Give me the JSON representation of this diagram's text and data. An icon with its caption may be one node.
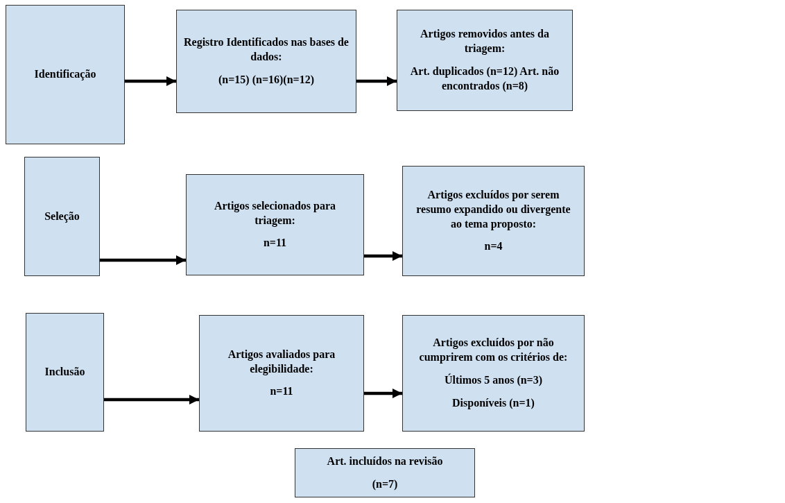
{
  "diagram": {
    "nodes": [
      {
        "text": [
          "Identificação"
        ]
      },
      {
        "text": [
          "Registro Identificados nas bases de dados:",
          "(n=15) (n=16)(n=12)"
        ]
      },
      {
        "text": [
          "Artigos removidos antes da triagem:",
          "Art. duplicados (n=12) Art. não encontrados (n=8)"
        ]
      },
      {
        "text": [
          "Seleção"
        ]
      },
      {
        "text": [
          "Artigos selecionados para triagem:",
          "n=11"
        ]
      },
      {
        "text": [
          "Artigos excluídos por serem resumo expandido ou divergente ao tema proposto:",
          "n=4"
        ]
      },
      {
        "text": [
          "Inclusão"
        ]
      },
      {
        "text": [
          "Artigos avaliados para elegibilidade:",
          "n=11"
        ]
      },
      {
        "text": [
          "Artigos excluídos por não cumprirem com os critérios de:",
          "Últimos 5 anos (n=3)",
          "Disponíveis (n=1)"
        ]
      },
      {
        "text": [
          "Art. incluídos na revisão",
          "(n=7)"
        ]
      }
    ],
    "edges": [
      {
        "from": 0,
        "to": 1,
        "arrow": "to"
      },
      {
        "from": 1,
        "to": 2,
        "arrow": "to"
      },
      {
        "from": 3,
        "to": 4,
        "arrow": "to"
      },
      {
        "from": 4,
        "to": 5,
        "arrow": "to"
      },
      {
        "from": 6,
        "to": 7,
        "arrow": "to"
      },
      {
        "from": 7,
        "to": 8,
        "arrow": "to"
      }
    ]
  }
}
